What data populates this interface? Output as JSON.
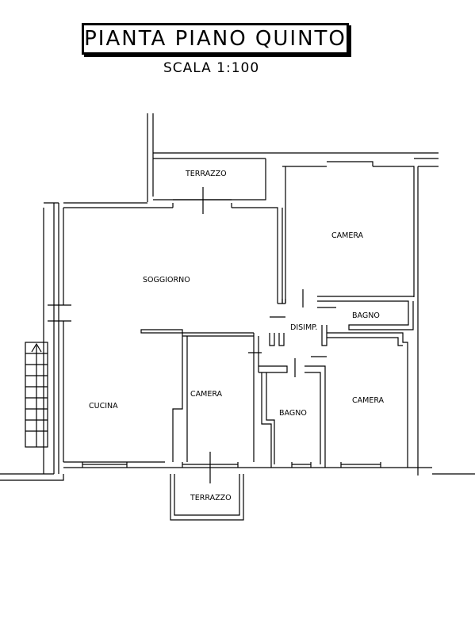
{
  "title": "PIANTA PIANO QUINTO",
  "scale": "SCALA 1:100",
  "rooms": {
    "terrazzo_top": "TERRAZZO",
    "camera_ne": "CAMERA",
    "soggiorno": "SOGGIORNO",
    "disimpegno": "DISIMP.",
    "bagno_e": "BAGNO",
    "camera_center": "CAMERA",
    "bagno_center": "BAGNO",
    "camera_se": "CAMERA",
    "cucina": "CUCINA",
    "terrazzo_bottom": "TERRAZZO"
  }
}
